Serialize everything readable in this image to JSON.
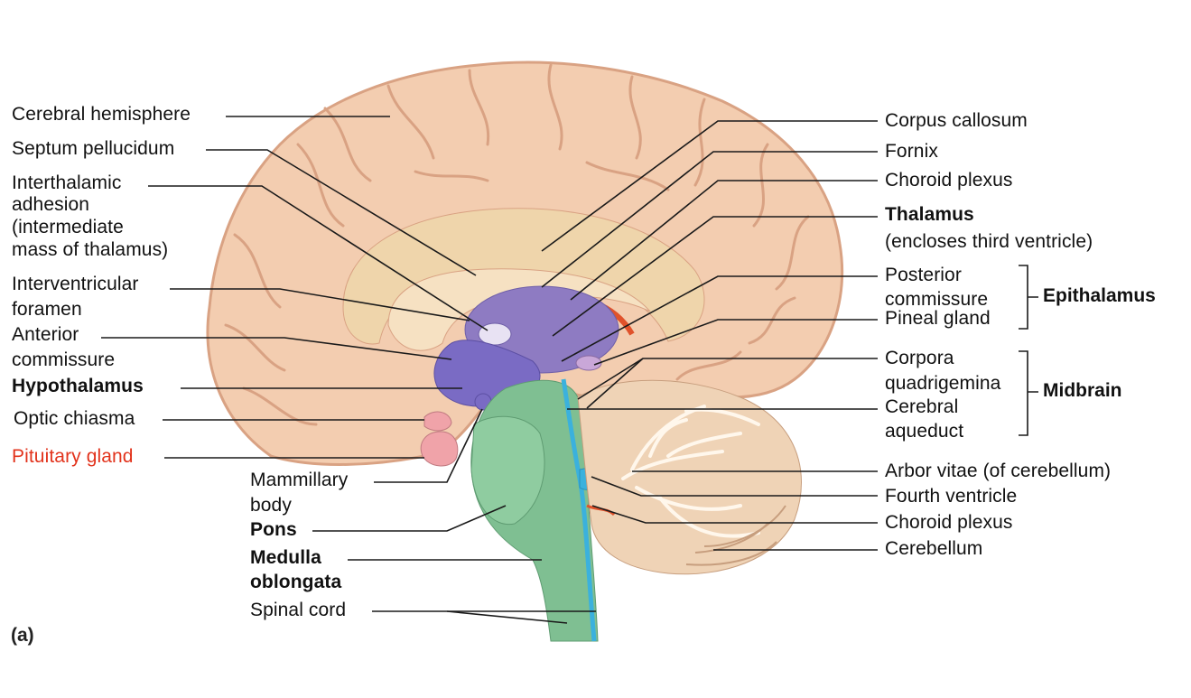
{
  "figure_tag": "(a)",
  "labels_left": {
    "cerebral_hemisphere": "Cerebral hemisphere",
    "septum_pellucidum": "Septum pellucidum",
    "interthalamic_adhesion": [
      "Interthalamic",
      "adhesion",
      "(intermediate",
      "mass of thalamus)"
    ],
    "interventricular_foramen": [
      "Interventricular",
      "foramen"
    ],
    "anterior_commissure": [
      "Anterior",
      "commissure"
    ],
    "hypothalamus": "Hypothalamus",
    "optic_chiasma": "Optic chiasma",
    "pituitary_gland": "Pituitary gland"
  },
  "labels_bottom": {
    "mammillary_body": [
      "Mammillary",
      "body"
    ],
    "pons": "Pons",
    "medulla_oblongata": [
      "Medulla",
      "oblongata"
    ],
    "spinal_cord": "Spinal cord"
  },
  "labels_right": {
    "corpus_callosum": "Corpus callosum",
    "fornix": "Fornix",
    "choroid_plexus_top": "Choroid plexus",
    "thalamus": "Thalamus",
    "thalamus_note": "(encloses third ventricle)",
    "posterior_commissure": [
      "Posterior",
      "commissure"
    ],
    "pineal_gland": "Pineal gland",
    "corpora_quadrigemina": [
      "Corpora",
      "quadrigemina"
    ],
    "cerebral_aqueduct": [
      "Cerebral",
      "aqueduct"
    ],
    "arbor_vitae": "Arbor vitae (of cerebellum)",
    "fourth_ventricle": "Fourth ventricle",
    "choroid_plexus_bottom": "Choroid plexus",
    "cerebellum": "Cerebellum"
  },
  "groups": {
    "epithalamus": "Epithalamus",
    "midbrain": "Midbrain"
  },
  "colors": {
    "cortex": "#f3cdb0",
    "cortex_shadow": "#d9a283",
    "white_matter": "#f6e1c2",
    "corpus_callosum": "#efd5ab",
    "thalamus": "#8e7bc2",
    "hypothalamus": "#7a6bc4",
    "brainstem": "#7fbf92",
    "ventricle": "#3bb1dd",
    "cerebellum": "#efd3b6",
    "choroid_plexus": "#e0522b",
    "pituitary": "#f0a3a9",
    "label_red": "#e2331c"
  }
}
